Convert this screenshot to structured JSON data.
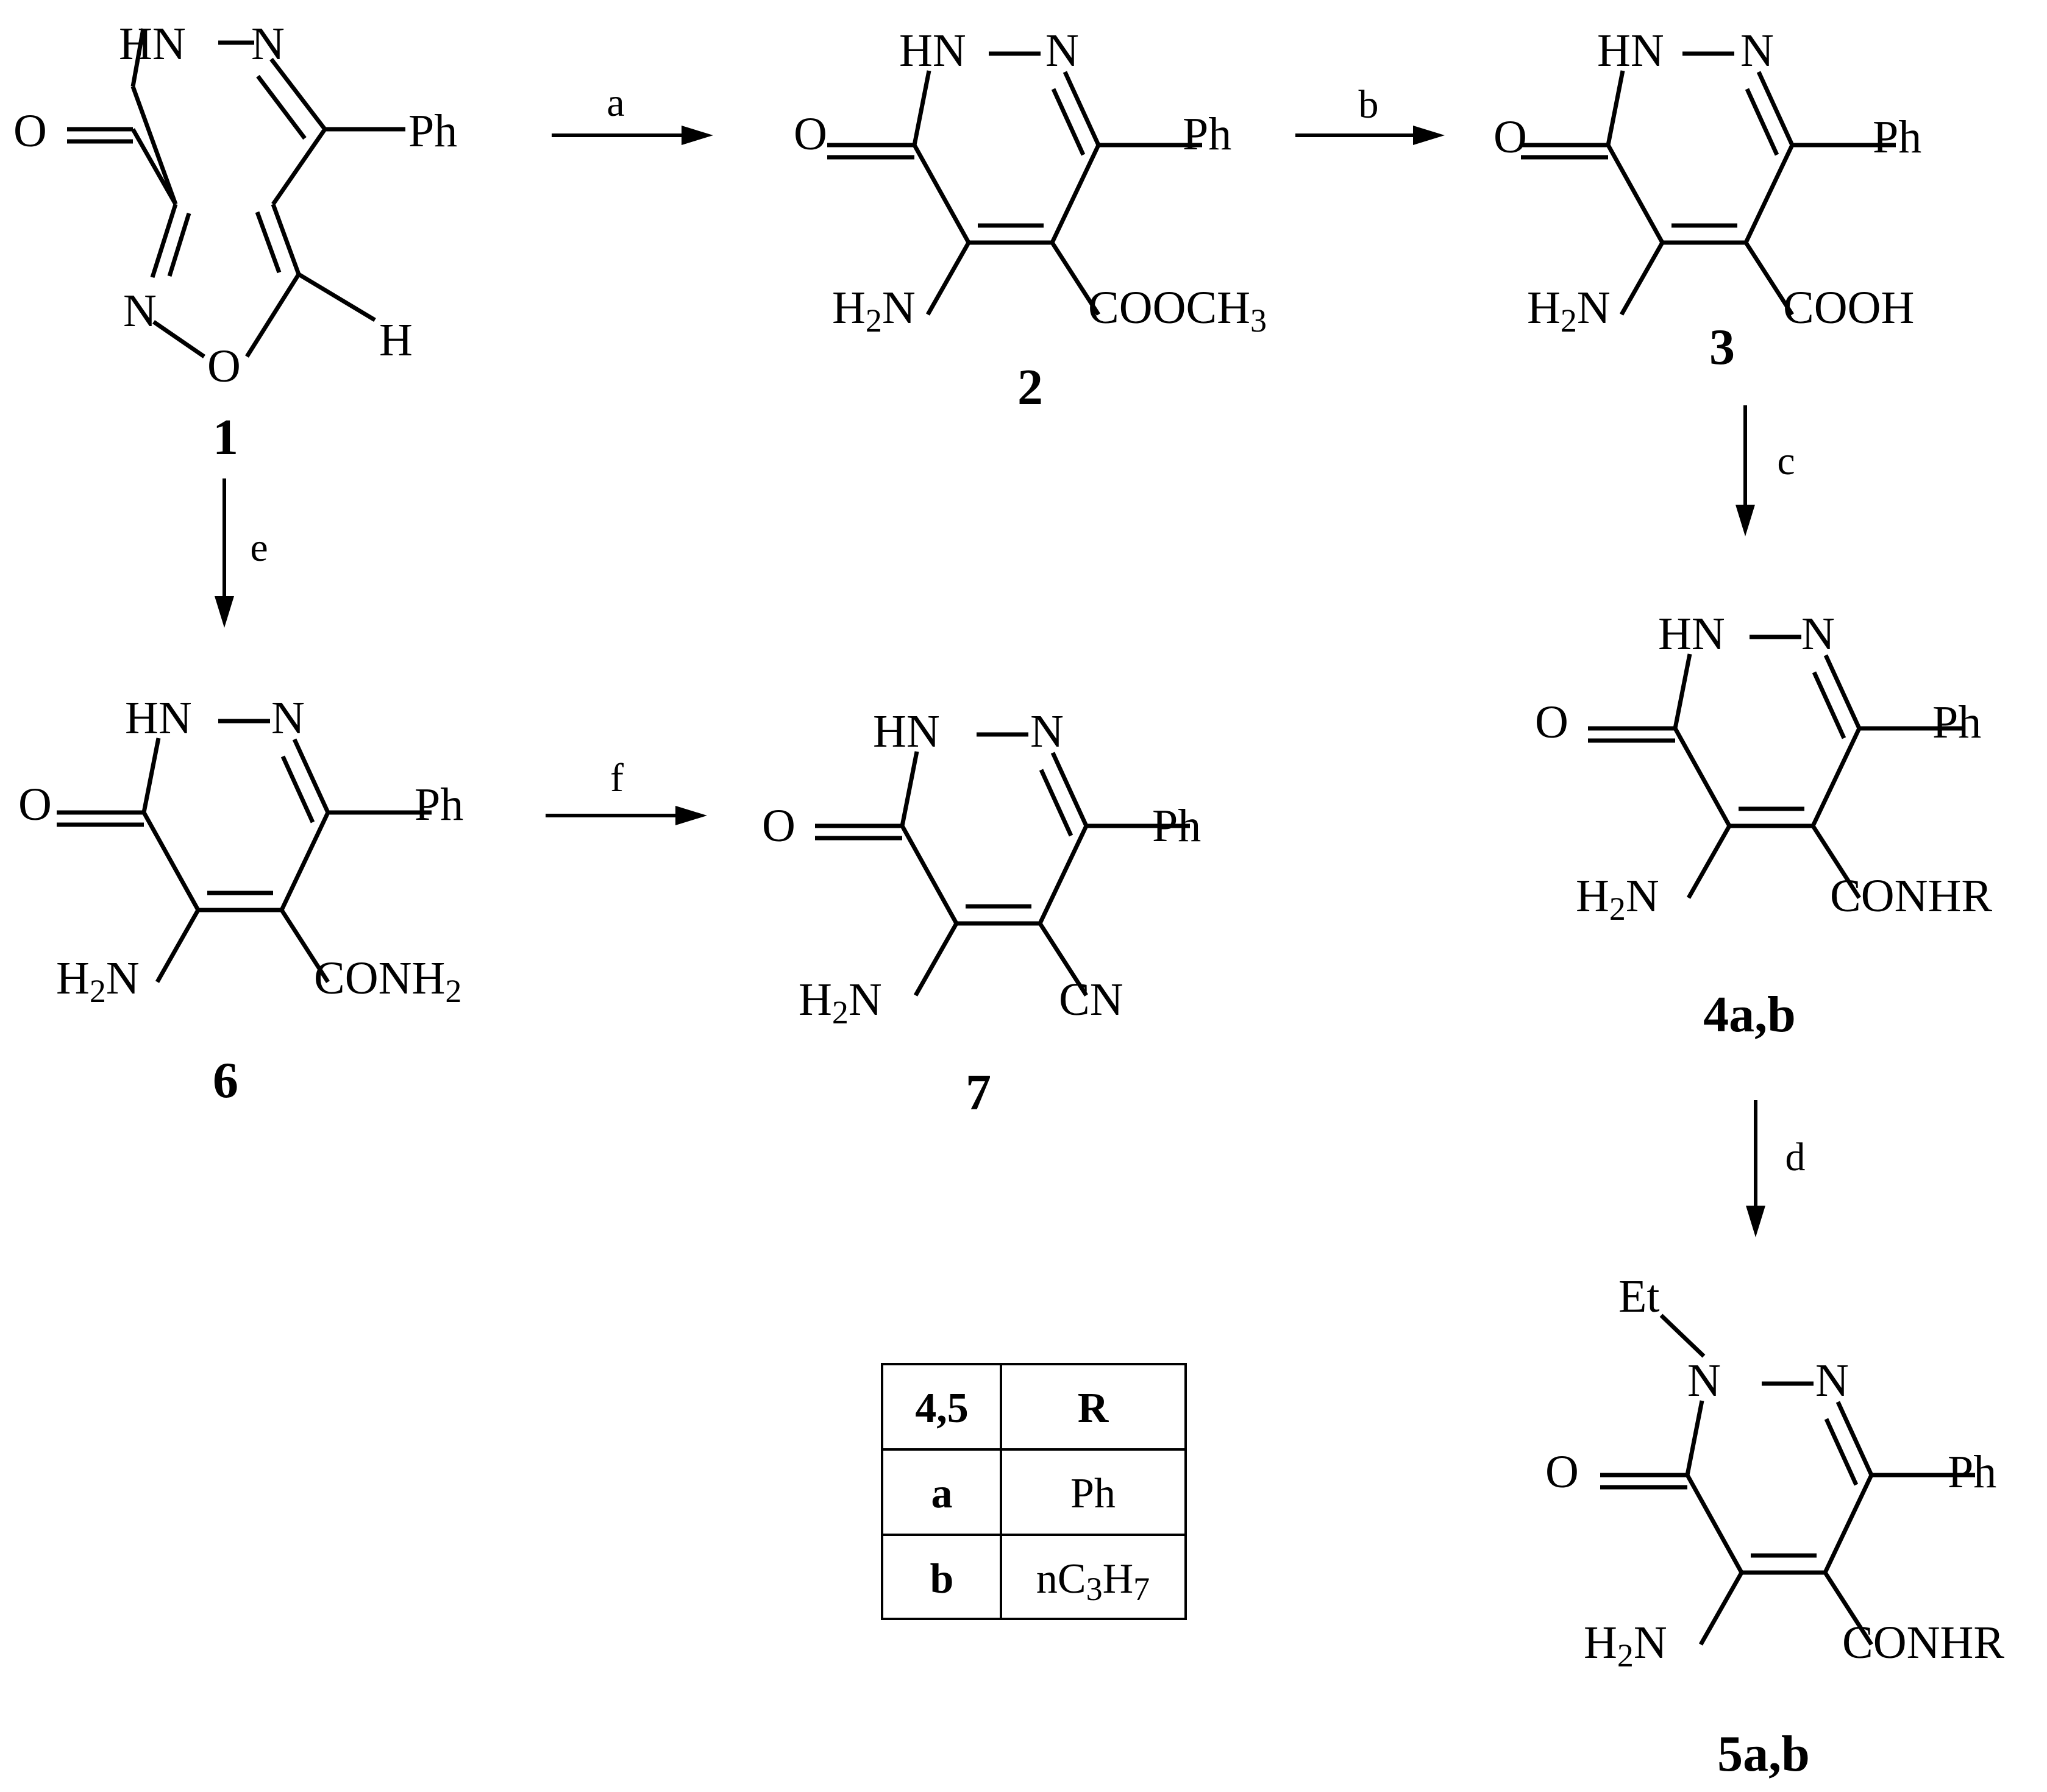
{
  "atoms": {
    "HN": "HN",
    "N": "N",
    "O": "O",
    "Ph": "Ph",
    "H": "H",
    "H2N_H": "H",
    "H2N_2": "2",
    "H2N_N": "N",
    "Et": "Et"
  },
  "substituents": {
    "ester_main": "COOCH",
    "ester_sub": "3",
    "acid": "COOH",
    "amide_main": "CONH",
    "amide_sub": "2",
    "amide_r": "CONHR",
    "nitrile": "CN"
  },
  "compounds": {
    "c1": "1",
    "c2": "2",
    "c3": "3",
    "c4": "4a,b",
    "c5": "5a,b",
    "c6": "6",
    "c7": "7"
  },
  "reactions": {
    "a": "a",
    "b": "b",
    "c": "c",
    "d": "d",
    "e": "e",
    "f": "f"
  },
  "table": {
    "header": [
      "4,5",
      "R"
    ],
    "rows": [
      {
        "id": "a",
        "r": "Ph"
      },
      {
        "id": "b",
        "r_main": "nC",
        "r_sub1": "3",
        "r_mid": "H",
        "r_sub2": "7"
      }
    ]
  }
}
